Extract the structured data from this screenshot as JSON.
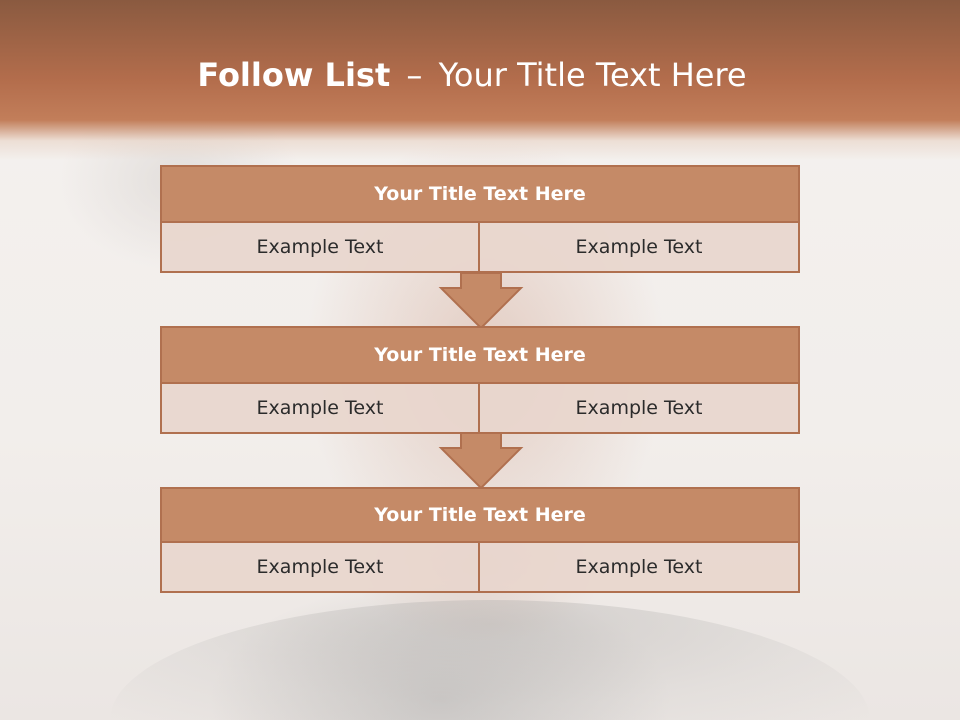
{
  "slide": {
    "title_bold": "Follow List",
    "title_separator": "–",
    "title_rest": "Your Title Text Here"
  },
  "steps": [
    {
      "title": "Your Title Text Here",
      "left": "Example Text",
      "right": "Example Text"
    },
    {
      "title": "Your Title Text Here",
      "left": "Example Text",
      "right": "Example Text"
    },
    {
      "title": "Your Title Text Here",
      "left": "Example Text",
      "right": "Example Text"
    }
  ],
  "colors": {
    "header": "#b36d4c",
    "block_fill": "#c58a67",
    "block_border": "#b0704f",
    "cell_fill": "#e8d6cd"
  }
}
